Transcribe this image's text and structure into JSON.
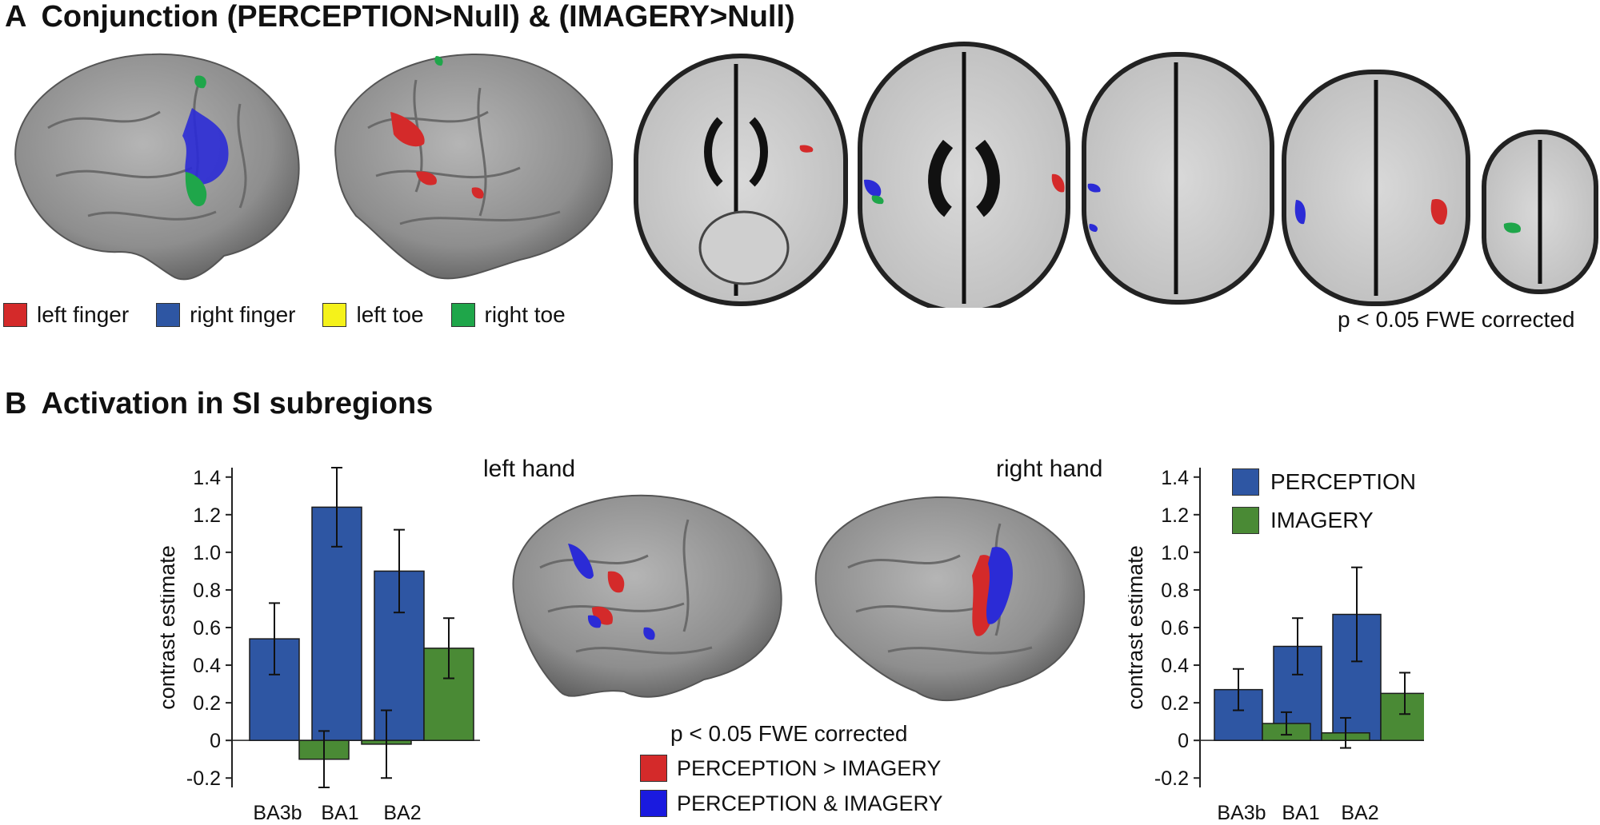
{
  "panelA": {
    "letter": "A",
    "title": "Conjunction (PERCEPTION>Null) & (IMAGERY>Null)",
    "legend": [
      {
        "label": "left finger",
        "color": "#d42a2a"
      },
      {
        "label": "right finger",
        "color": "#2e56a3"
      },
      {
        "label": "left toe",
        "color": "#f5f21a"
      },
      {
        "label": "right toe",
        "color": "#1fa64a"
      }
    ],
    "threshold": "p < 0.05 FWE corrected"
  },
  "panelB": {
    "letter": "B",
    "title": "Activation in SI subregions",
    "left_hand_label": "left hand",
    "right_hand_label": "right hand",
    "threshold": "p < 0.05 FWE corrected",
    "condition_legend": [
      {
        "label": "PERCEPTION > IMAGERY",
        "color": "#d42a2a"
      },
      {
        "label": "PERCEPTION & IMAGERY",
        "color": "#1a1adf"
      }
    ],
    "bar_legend": [
      {
        "label": "PERCEPTION",
        "color": "#2e56a3"
      },
      {
        "label": "IMAGERY",
        "color": "#4a8a35"
      }
    ]
  },
  "chart_data": [
    {
      "type": "bar",
      "categories": [
        "BA3b",
        "BA1",
        "BA2"
      ],
      "series": [
        {
          "name": "PERCEPTION",
          "values": [
            0.54,
            1.24,
            0.9
          ],
          "errors": [
            0.19,
            0.21,
            0.22
          ],
          "color": "#2e56a3"
        },
        {
          "name": "IMAGERY",
          "values": [
            -0.1,
            -0.02,
            0.49
          ],
          "errors": [
            0.15,
            0.18,
            0.16
          ],
          "color": "#4a8a35"
        }
      ],
      "ylabel": "contrast estimate",
      "ylim": [
        -0.25,
        1.45
      ],
      "yticks": [
        -0.2,
        0,
        0.2,
        0.4,
        0.6,
        0.8,
        1.0,
        1.2,
        1.4
      ],
      "ytick_labels": [
        "-0.2",
        "0",
        "0.2",
        "0.4",
        "0.6",
        "0.8",
        "1.0",
        "1.2",
        "1.4"
      ]
    },
    {
      "type": "bar",
      "categories": [
        "BA3b",
        "BA1",
        "BA2"
      ],
      "series": [
        {
          "name": "PERCEPTION",
          "values": [
            0.27,
            0.5,
            0.67
          ],
          "errors": [
            0.11,
            0.15,
            0.25
          ],
          "color": "#2e56a3"
        },
        {
          "name": "IMAGERY",
          "values": [
            0.09,
            0.04,
            0.25
          ],
          "errors": [
            0.06,
            0.08,
            0.11
          ],
          "color": "#4a8a35"
        }
      ],
      "ylabel": "contrast estimate",
      "ylim": [
        -0.25,
        1.45
      ],
      "yticks": [
        -0.2,
        0,
        0.2,
        0.4,
        0.6,
        0.8,
        1.0,
        1.2,
        1.4
      ],
      "ytick_labels": [
        "-0.2",
        "0",
        "0.2",
        "0.4",
        "0.6",
        "0.8",
        "1.0",
        "1.2",
        "1.4"
      ]
    }
  ]
}
